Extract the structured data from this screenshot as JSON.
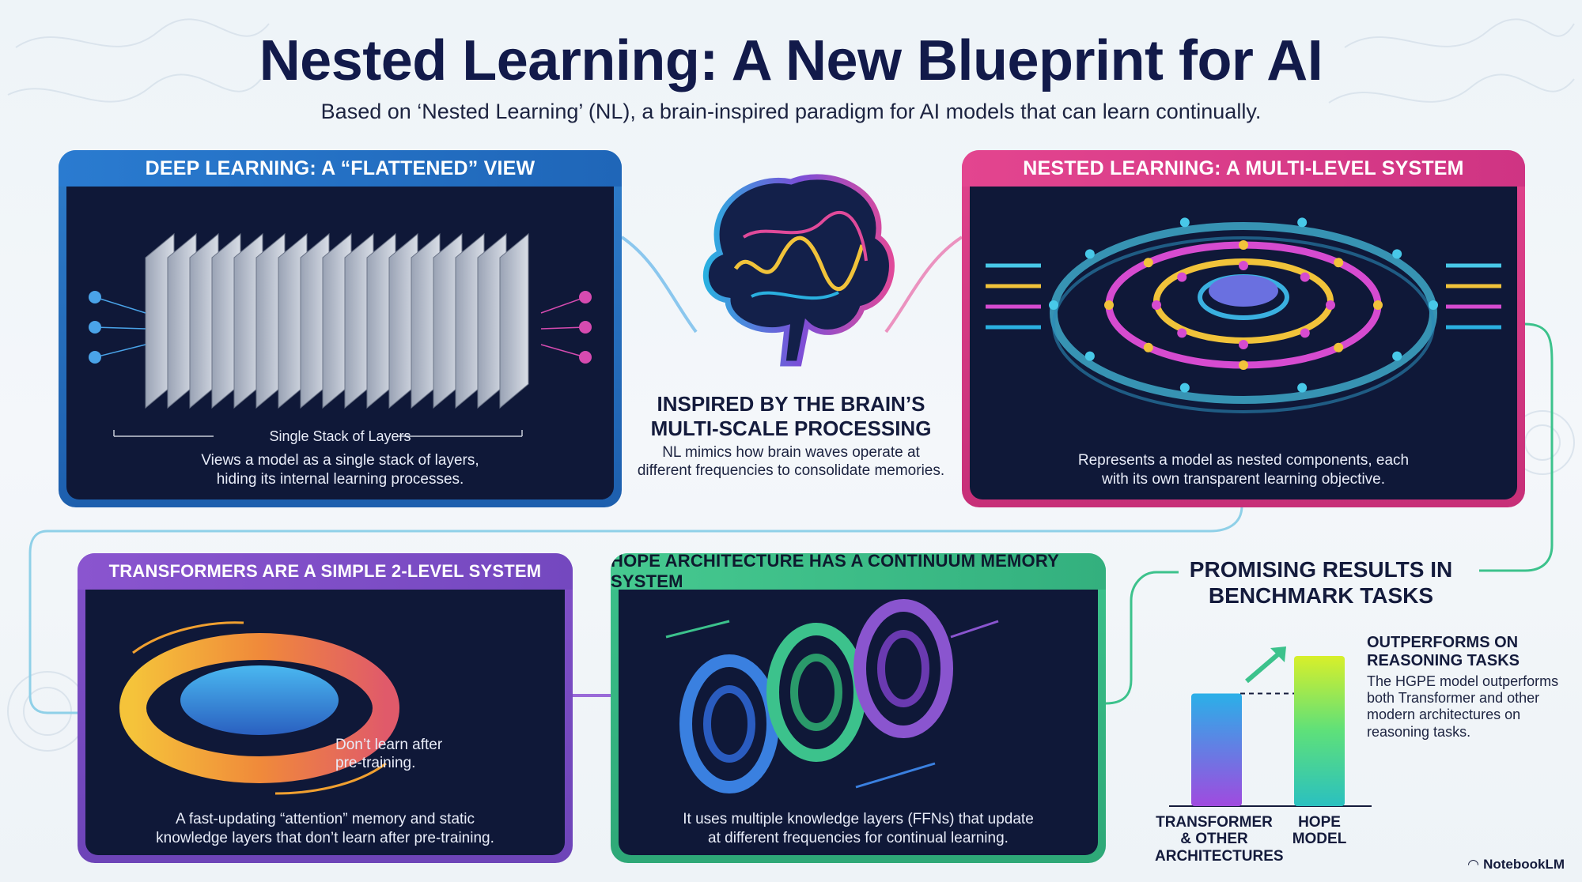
{
  "title": "Nested Learning: A New Blueprint for AI",
  "subtitle": "Based on ‘Nested Learning’ (NL), a brain-inspired paradigm for AI models that can learn continually.",
  "deep_learning": {
    "header": "DEEP LEARNING: A “FLATTENED” VIEW",
    "stack_label": "Single Stack of Layers",
    "caption_line1": "Views a model as a single stack of layers,",
    "caption_line2": "hiding its internal learning processes."
  },
  "brain": {
    "title_line1": "INSPIRED BY THE BRAIN’S",
    "title_line2": "MULTI-SCALE PROCESSING",
    "desc_line1": "NL mimics how brain waves operate at",
    "desc_line2": "different frequencies to consolidate memories."
  },
  "nested_learning": {
    "header": "NESTED LEARNING: A MULTI-LEVEL SYSTEM",
    "caption_line1": "Represents a model as nested components, each",
    "caption_line2": "with its own transparent learning objective."
  },
  "transformers": {
    "header": "TRANSFORMERS ARE A SIMPLE 2-LEVEL SYSTEM",
    "side_note_line1": "Don’t learn after",
    "side_note_line2": "pre-training.",
    "caption_line1": "A fast-updating “attention” memory and static",
    "caption_line2": "knowledge layers that don’t learn after pre-training."
  },
  "hope": {
    "header": "HOPE ARCHITECTURE HAS A CONTINUUM MEMORY SYSTEM",
    "caption_line1": "It uses multiple knowledge layers (FFNs) that update",
    "caption_line2": "at different frequencies for continual learning."
  },
  "results": {
    "title_line1": "PROMISING RESULTS IN",
    "title_line2": "BENCHMARK TASKS",
    "out_heading_line1": "OUTPERFORMS ON",
    "out_heading_line2": "REASONING TASKS",
    "out_desc": "The HGPE model outperforms both Transformer and other modern architectures on reasoning tasks.",
    "bar1_line1": "TRANSFORMER",
    "bar1_line2": "& OTHER",
    "bar1_line3": "ARCHITECTURES",
    "bar2_line1": "HOPE",
    "bar2_line2": "MODEL"
  },
  "chart_data": {
    "type": "bar",
    "categories": [
      "TRANSFORMER & OTHER ARCHITECTURES",
      "HOPE MODEL"
    ],
    "values": [
      0.75,
      1.0
    ]
  },
  "brand": "NotebookLM",
  "colors": {
    "deep": "#2a7bd0",
    "nested": "#e3458f",
    "transformers": "#8a55cf",
    "hope": "#46c990",
    "title": "#121a4a"
  }
}
